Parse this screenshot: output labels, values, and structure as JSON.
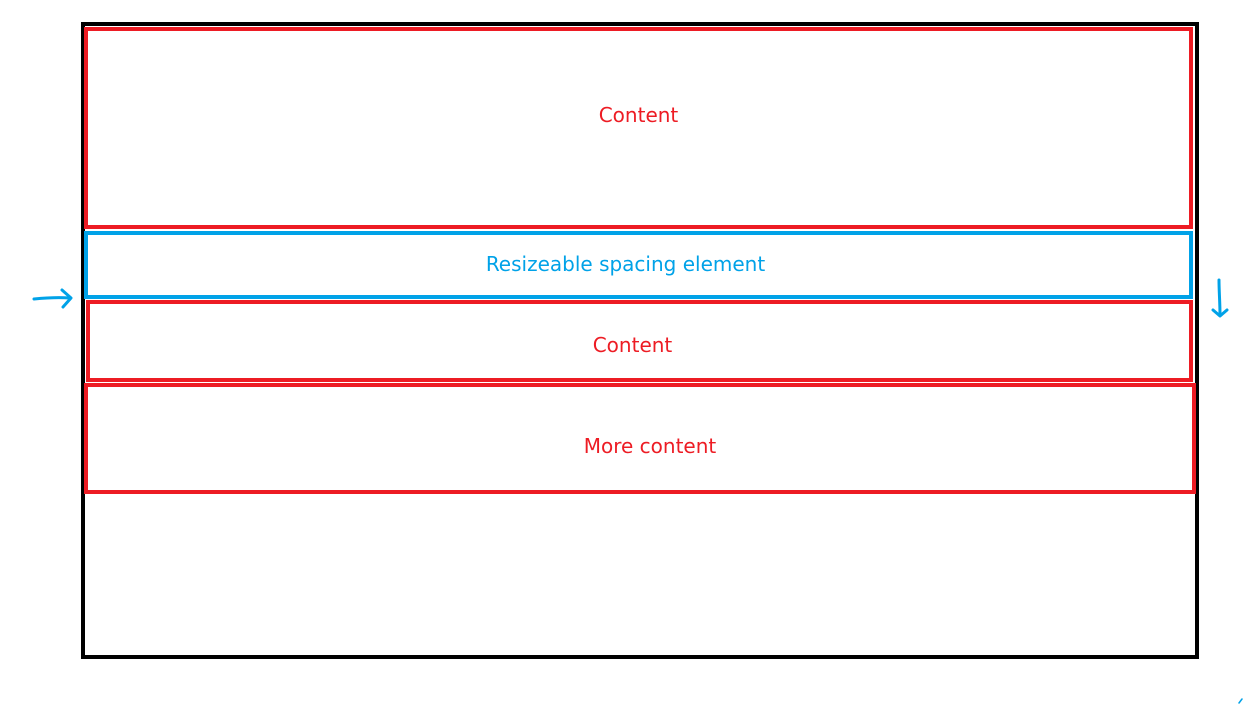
{
  "boxes": [
    {
      "label": "Content",
      "kind": "content"
    },
    {
      "label": "Resizeable spacing element",
      "kind": "spacer"
    },
    {
      "label": "Content",
      "kind": "content"
    },
    {
      "label": "More content",
      "kind": "content"
    }
  ],
  "colors": {
    "container_border": "#000000",
    "content_border": "#ed1c24",
    "spacer_border": "#00a2e8",
    "arrow": "#00a2e8"
  },
  "icons": [
    "arrow-right-icon",
    "arrow-down-icon"
  ]
}
